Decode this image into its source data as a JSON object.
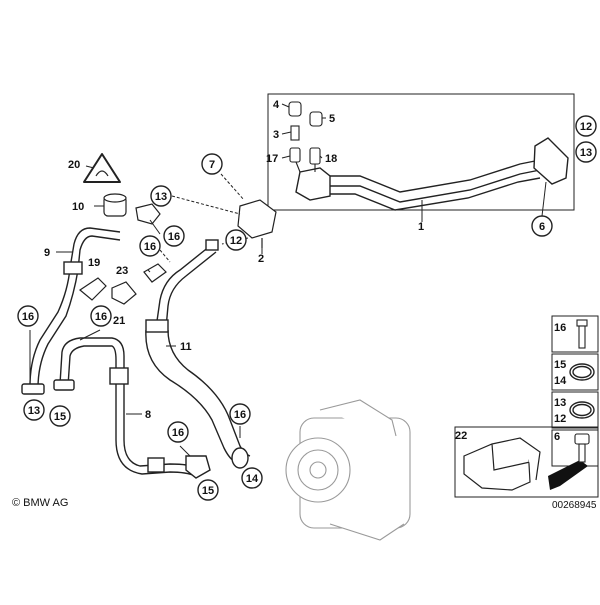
{
  "labels": {
    "n1": "1",
    "n2": "2",
    "n3": "3",
    "n4": "4",
    "n5": "5",
    "n6": "6",
    "n7": "7",
    "n8": "8",
    "n9": "9",
    "n10": "10",
    "n11": "11",
    "n12": "12",
    "n13": "13",
    "n14": "14",
    "n15": "15",
    "n16": "16",
    "n17": "17",
    "n18": "18",
    "n19": "19",
    "n20": "20",
    "n21": "21",
    "n22": "22",
    "n23": "23"
  },
  "copyright": "© BMW AG",
  "doc_id": "00268945"
}
